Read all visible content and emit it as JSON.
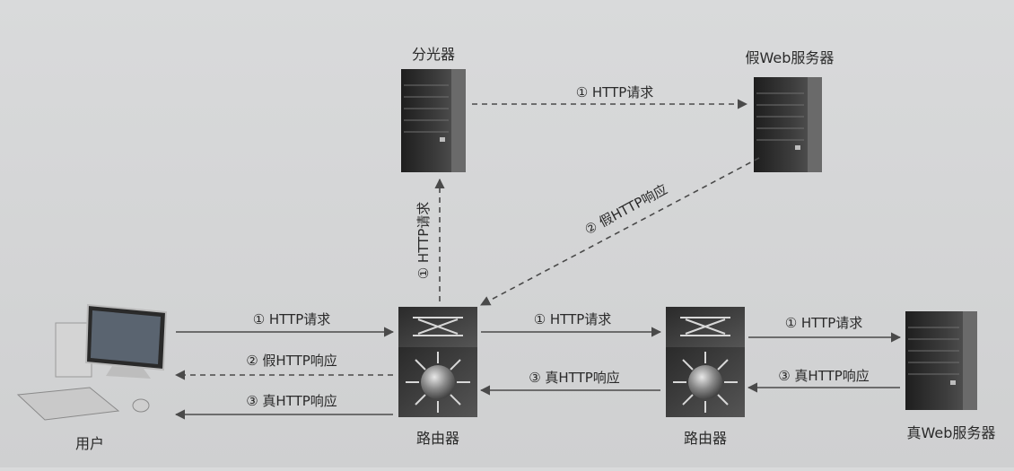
{
  "nodes": {
    "splitter": "分光器",
    "fake_server": "假Web服务器",
    "user": "用户",
    "router1": "路由器",
    "router2": "路由器",
    "real_server": "真Web服务器"
  },
  "edges": {
    "splitter_to_fake": "① HTTP请求",
    "router_to_splitter": "① HTTP请求",
    "fake_to_router": "② 假HTTP响应",
    "user_to_router": "① HTTP请求",
    "router_to_user_fake": "② 假HTTP响应",
    "router_to_user_real": "③ 真HTTP响应",
    "router1_to_router2": "① HTTP请求",
    "router2_to_router1": "③ 真HTTP响应",
    "router2_to_server": "① HTTP请求",
    "server_to_router2": "③ 真HTTP响应"
  },
  "colors": {
    "arrow": "#4a4a4a",
    "server_body": "#2b2b2b",
    "router_body": "#3a3a3a"
  }
}
